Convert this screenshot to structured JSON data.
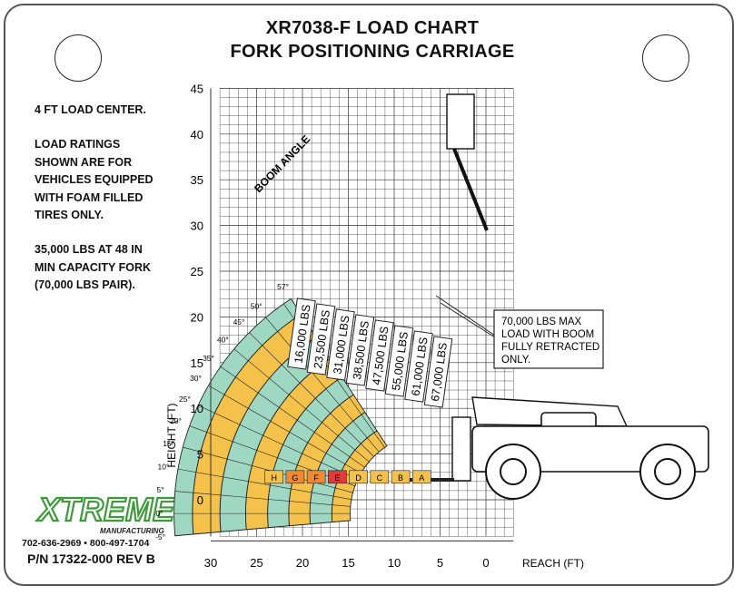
{
  "header": {
    "title_line1": "XR7038-F LOAD CHART",
    "title_line2": "FORK POSITIONING CARRIAGE"
  },
  "notes": {
    "load_center": "4 FT LOAD CENTER.",
    "ratings_line1": "LOAD RATINGS",
    "ratings_line2": "SHOWN ARE FOR",
    "ratings_line3": "VEHICLES EQUIPPED",
    "ratings_line4": "WITH FOAM FILLED",
    "ratings_line5": "TIRES ONLY.",
    "capacity_line1": "35,000 LBS AT 48 IN",
    "capacity_line2": "MIN CAPACITY FORK",
    "capacity_line3": "(70,000 LBS PAIR)."
  },
  "callout": {
    "line1": "70,000 LBS MAX",
    "line2": "LOAD WITH BOOM",
    "line3": "FULLY RETRACTED",
    "line4": "ONLY."
  },
  "brand": {
    "logo_text": "XTREME",
    "logo_sub": "MANUFACTURING",
    "phone": "702-636-2969 • 800-497-1704",
    "part_number": "P/N  17322-000 REV B"
  },
  "colors": {
    "yellow": "#F4C24A",
    "green": "#9FD8C2",
    "orange": "#EF8A33",
    "red": "#E03A3A",
    "logo_green": "#3E9A3A"
  },
  "chart_data": {
    "type": "load-zone",
    "xlabel": "REACH (FT)",
    "ylabel": "HEIGHT (FT)",
    "xlim": [
      30,
      -3
    ],
    "ylim": [
      -4,
      45
    ],
    "x_ticks": [
      "30",
      "25",
      "20",
      "15",
      "10",
      "5",
      "0"
    ],
    "y_ticks": [
      "45",
      "40",
      "35",
      "30",
      "25",
      "20",
      "15",
      "10",
      "5",
      "0"
    ],
    "boom_angle_label": "BOOM ANGLE",
    "boom_angles": [
      "57°",
      "50°",
      "45°",
      "40°",
      "35°",
      "30°",
      "25°",
      "20°",
      "15°",
      "10°",
      "5°",
      "0°",
      "-5°"
    ],
    "zones": [
      "A",
      "B",
      "C",
      "D",
      "E",
      "F",
      "G",
      "H"
    ],
    "capacities": [
      "16,000 LBS",
      "23,500 LBS",
      "31,000 LBS",
      "38,500 LBS",
      "47,500 LBS",
      "55,000 LBS",
      "61,000 LBS",
      "67,000 LBS"
    ]
  }
}
